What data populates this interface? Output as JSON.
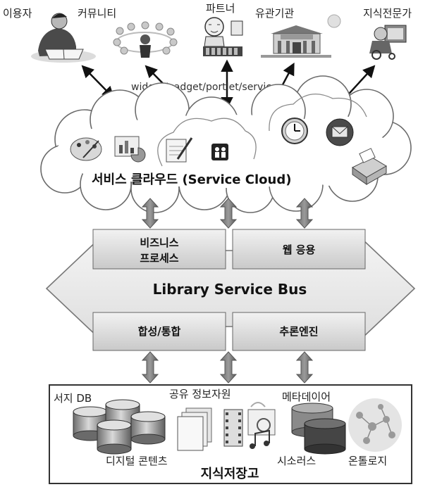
{
  "actors": [
    {
      "id": "user",
      "label": "이용자",
      "icon": "reading-person-icon"
    },
    {
      "id": "community",
      "label": "커뮤니티",
      "icon": "people-circle-icon"
    },
    {
      "id": "partner",
      "label": "파트너",
      "icon": "person-with-books-icon"
    },
    {
      "id": "agency",
      "label": "유관기관",
      "icon": "library-building-icon"
    },
    {
      "id": "expert",
      "label": "지식전문가",
      "icon": "expert-at-computer-icon"
    }
  ],
  "connector_label": "widget/gadget/portlet/service",
  "cloud": {
    "title": "서비스 클라우드 (Service Cloud)",
    "icons": [
      "palette-icon",
      "chart-icon",
      "notepad-icon",
      "myspace-icon",
      "clock-icon",
      "mail-icon",
      "fax-icon"
    ]
  },
  "bus": {
    "title": "Library Service Bus",
    "boxes": {
      "business_process": "비즈니스\n프로세스",
      "web_app": "웹 응용",
      "composition": "합성/통합",
      "inference": "추론엔진"
    }
  },
  "repository": {
    "title": "지식저장고",
    "labels": {
      "bib_db": "서지 DB",
      "shared_info": "공유 정보자원",
      "metadata": "메타데이어",
      "digital_content": "디지털 콘텐츠",
      "thesaurus": "시소러스",
      "ontology": "온톨로지"
    }
  }
}
